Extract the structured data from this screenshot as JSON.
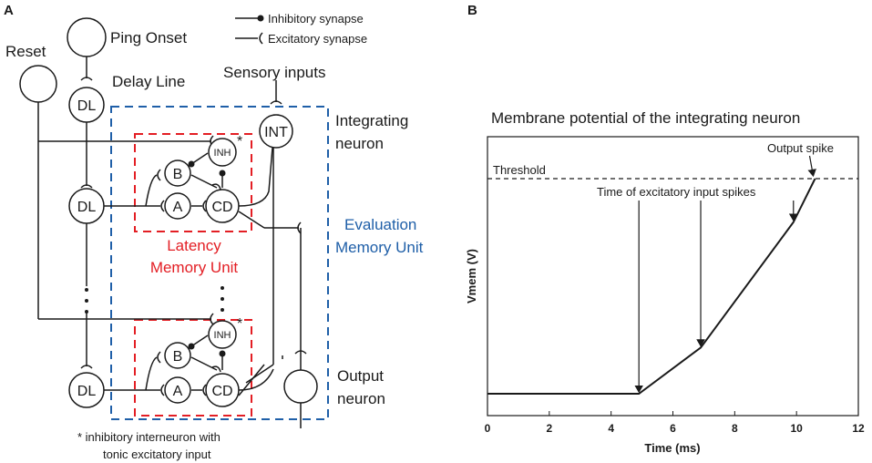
{
  "panel_a": {
    "letter": "A",
    "legend": {
      "inhibitory": "Inhibitory synapse",
      "excitatory": "Excitatory synapse"
    },
    "ping_onset": "Ping Onset",
    "reset": "Reset",
    "delay_line": "Delay Line",
    "sensory_inputs": "Sensory inputs",
    "integrating_neuron_1": "Integrating",
    "integrating_neuron_2": "neuron",
    "evaluation_1": "Evaluation",
    "evaluation_2": "Memory Unit",
    "latency_1": "Latency",
    "latency_2": "Memory Unit",
    "output_1": "Output",
    "output_2": "neuron",
    "node_dl": "DL",
    "node_int": "INT",
    "node_inh": "INH",
    "node_b": "B",
    "node_a": "A",
    "node_cd": "CD",
    "asterisk": "*",
    "footnote_1": "* inhibitory interneuron with",
    "footnote_2": "tonic excitatory input",
    "colors": {
      "latency": "#e31e24",
      "evaluation": "#1f5fa8"
    }
  },
  "panel_b": {
    "letter": "B",
    "chart_data": {
      "type": "line",
      "title": "Membrane potential of the integrating neuron",
      "xlabel": "Time (ms)",
      "ylabel": "Vmem (V)",
      "xlim": [
        0,
        12
      ],
      "xticks": [
        0,
        2,
        4,
        6,
        8,
        10,
        12
      ],
      "ylim": [
        0,
        1
      ],
      "series": [
        {
          "x": [
            0,
            4.9,
            6.9,
            9.9,
            10.6
          ],
          "y": [
            0.0,
            0.0,
            0.18,
            0.67,
            0.84
          ]
        }
      ],
      "threshold": 0.84,
      "annotations": {
        "threshold": "Threshold",
        "input_spikes": "Time of excitatory input spikes",
        "output_spike": "Output spike"
      },
      "input_spike_times": [
        4.9,
        6.9,
        9.9
      ],
      "output_spike_time": 10.6
    }
  }
}
